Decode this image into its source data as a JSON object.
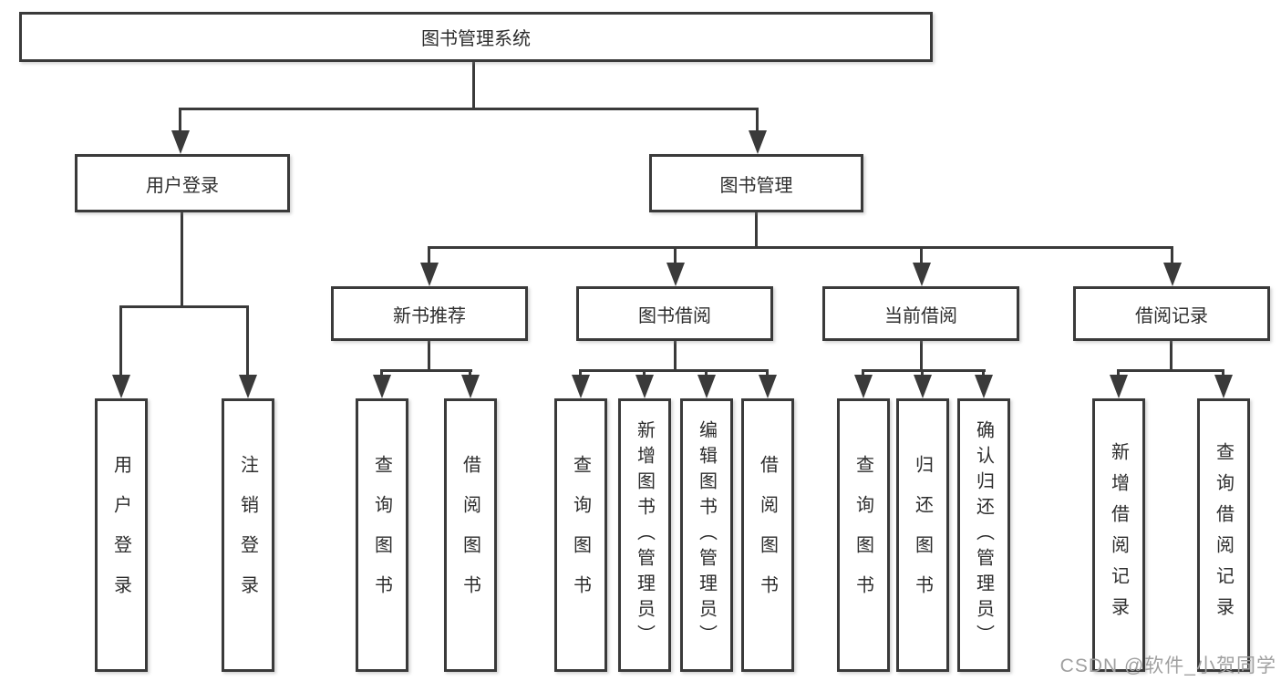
{
  "colors": {
    "line": "#3a3a3a",
    "box_border": "#3a3a3a",
    "text": "#2d2d2d",
    "watermark": "#a0a0a0",
    "background": "#ffffff"
  },
  "watermark": {
    "text": "CSDN @软件_小贺同学"
  },
  "tree": {
    "root": {
      "label": "图书管理系统"
    },
    "branches": [
      {
        "label": "用户登录",
        "children": [
          {
            "label": "用户登录"
          },
          {
            "label": "注销登录"
          }
        ]
      },
      {
        "label": "图书管理",
        "children": [
          {
            "label": "新书推荐",
            "children": [
              {
                "label": "查询图书"
              },
              {
                "label": "借阅图书"
              }
            ]
          },
          {
            "label": "图书借阅",
            "children": [
              {
                "label": "查询图书"
              },
              {
                "label": "新增图书（管理员）"
              },
              {
                "label": "编辑图书（管理员）"
              },
              {
                "label": "借阅图书"
              }
            ]
          },
          {
            "label": "当前借阅",
            "children": [
              {
                "label": "查询图书"
              },
              {
                "label": "归还图书"
              },
              {
                "label": "确认归还（管理员）"
              }
            ]
          },
          {
            "label": "借阅记录",
            "children": [
              {
                "label": "新增借阅记录"
              },
              {
                "label": "查询借阅记录"
              }
            ]
          }
        ]
      }
    ]
  }
}
